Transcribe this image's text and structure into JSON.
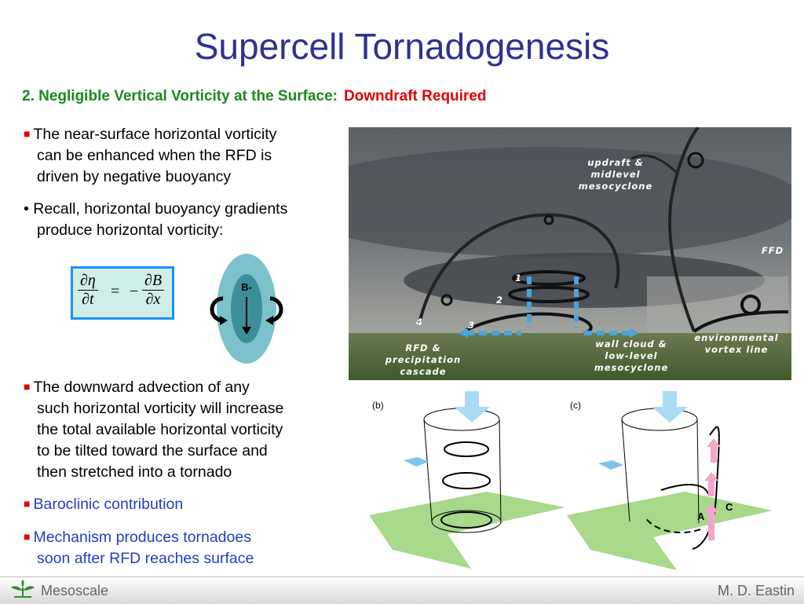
{
  "title": "Supercell Tornadogenesis",
  "subtitle": {
    "green": "2.  Negligible Vertical Vorticity at the Surface:",
    "red": "Downdraft Required"
  },
  "bullets": {
    "b1": [
      "The near-surface horizontal vorticity",
      "can be enhanced when the RFD is",
      "driven by negative buoyancy"
    ],
    "b2": [
      "• Recall, horizontal buoyancy gradients",
      "produce horizontal vorticity:"
    ],
    "b3": [
      "The downward advection of any",
      "such horizontal vorticity will increase",
      "the total available horizontal vorticity",
      "to be tilted toward the surface and",
      "then stretched into a tornado"
    ],
    "b4": "Baroclinic contribution",
    "b5": [
      "Mechanism produces tornadoes",
      "soon after RFD reaches surface"
    ]
  },
  "equation": {
    "lhs_num": "∂η",
    "lhs_den": "∂t",
    "equals": "=",
    "minus": "−",
    "rhs_num": "∂B",
    "rhs_den": "∂x"
  },
  "buoyancy_label": "B-",
  "photo": {
    "updraft_label": [
      "updraft &",
      "midlevel",
      "mesocyclone"
    ],
    "ffd_label": "FFD",
    "rfd_label": [
      "RFD &",
      "precipitation",
      "cascade"
    ],
    "wall_label": [
      "wall cloud &",
      "low-level",
      "mesocyclone"
    ],
    "env_label": [
      "environmental",
      "vortex line"
    ],
    "numbers": [
      "1",
      "2",
      "3",
      "4"
    ]
  },
  "panels": {
    "b_label": "(b)",
    "c_label": "(c)",
    "A": "A",
    "C": "C"
  },
  "footer": {
    "left": "Mesoscale",
    "right": "M. D. Eastin"
  },
  "colors": {
    "title": "#2e3192",
    "subtitle_green": "#1a8a1a",
    "subtitle_red": "#e00000",
    "bullet_square": "#e00000",
    "link_blue": "#1f3fbf",
    "equation_box": "#cfeee8",
    "equation_border": "#1e90ff"
  }
}
